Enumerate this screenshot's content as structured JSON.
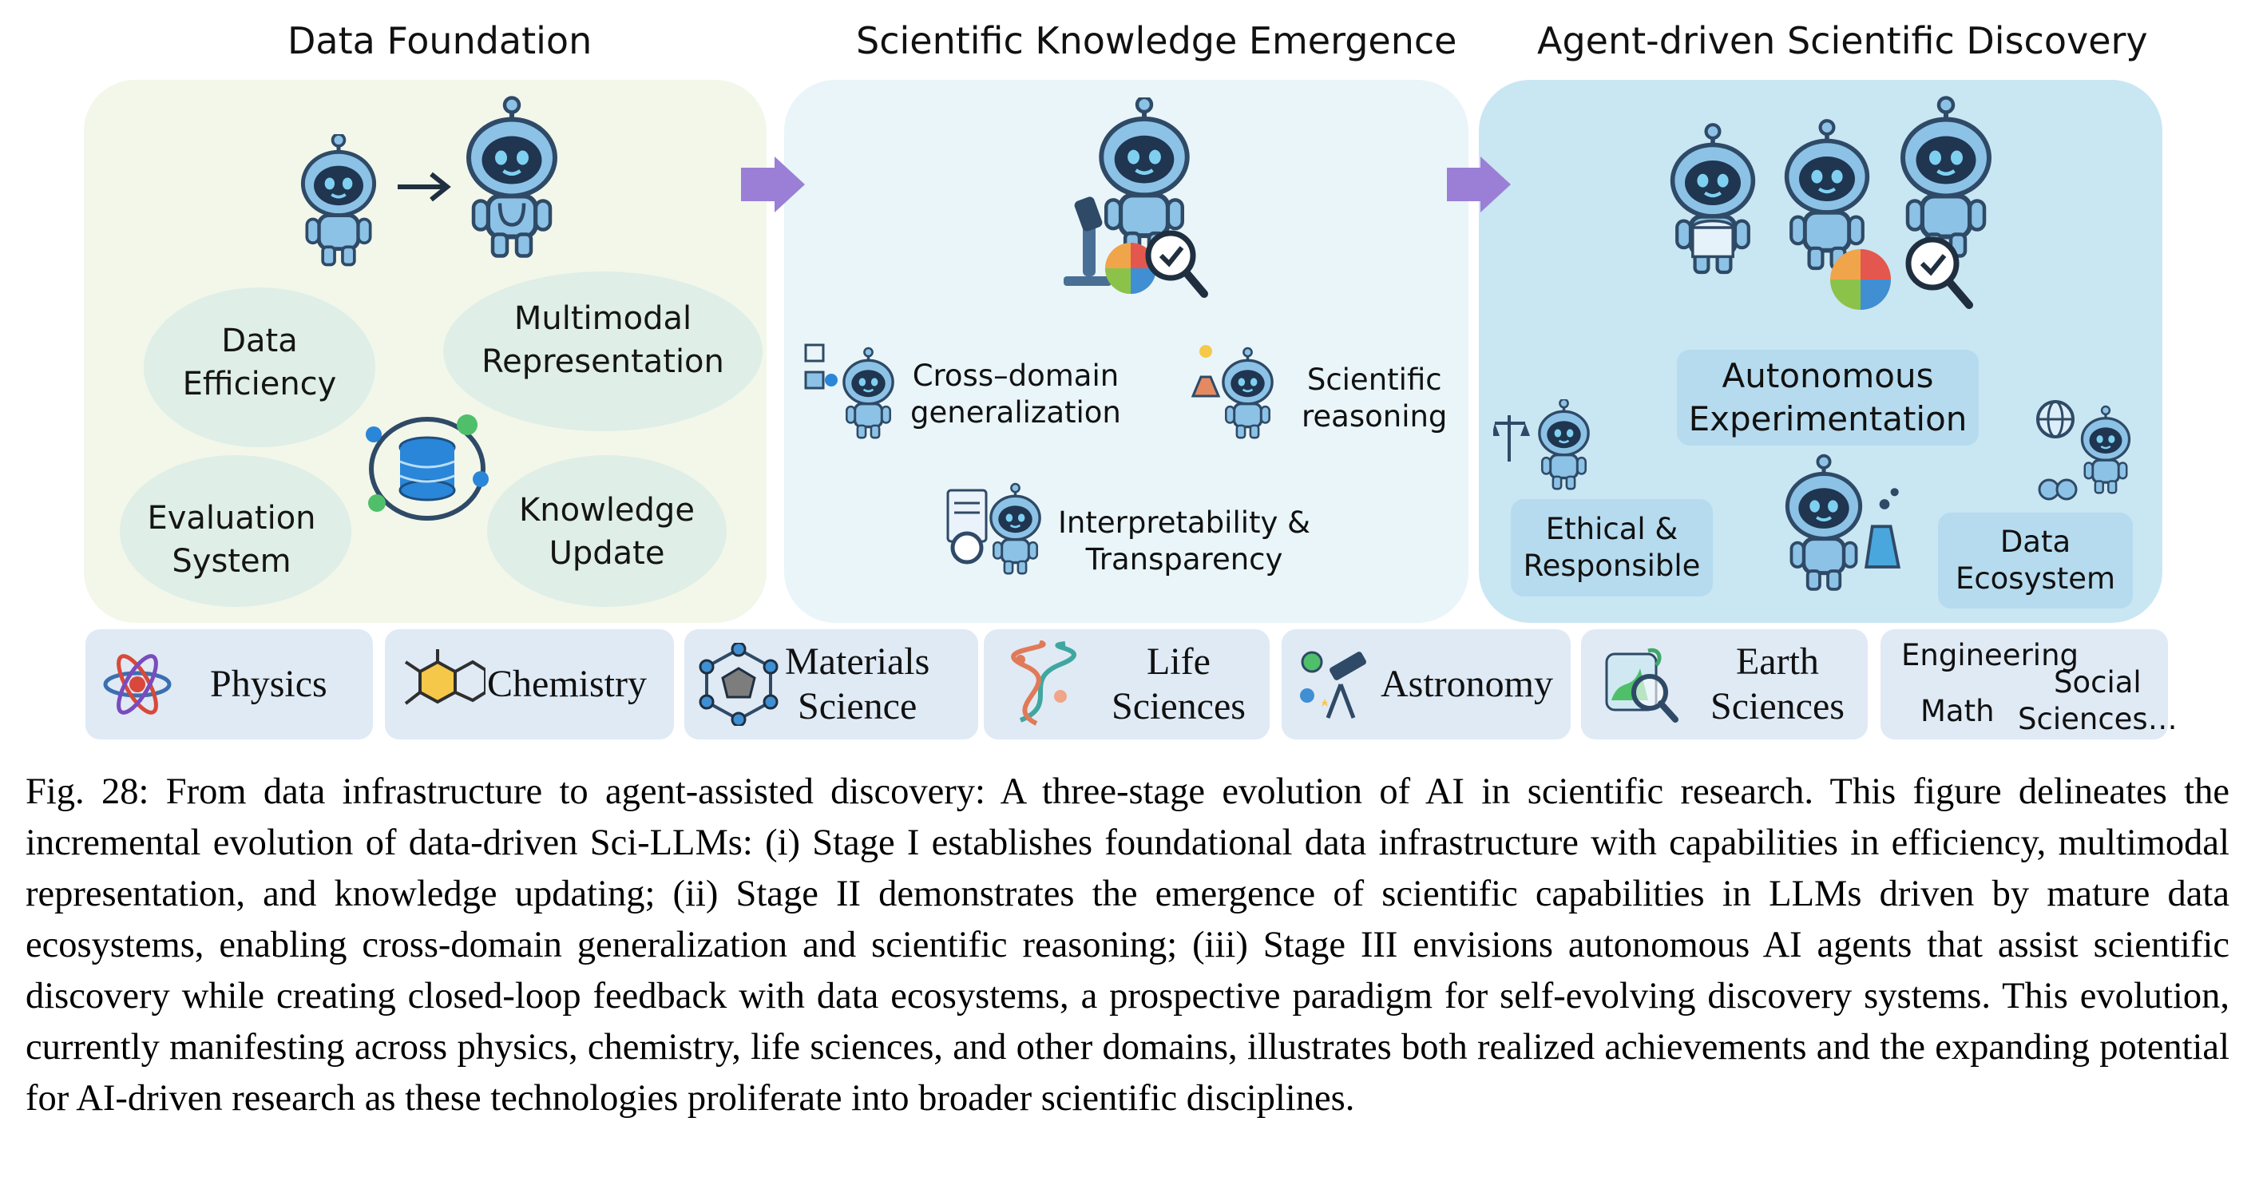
{
  "stages": [
    {
      "title": "Data Foundation"
    },
    {
      "title": "Scientific Knowledge Emergence"
    },
    {
      "title": "Agent-driven Scientific Discovery"
    }
  ],
  "foundation": {
    "clouds": [
      {
        "line1": "Data",
        "line2": "Efficiency"
      },
      {
        "line1": "Multimodal",
        "line2": "Representation"
      },
      {
        "line1": "Evaluation",
        "line2": "System"
      },
      {
        "line1": "Knowledge",
        "line2": "Update"
      }
    ]
  },
  "emergence": {
    "items": [
      {
        "line1": "Cross–domain",
        "line2": "generalization"
      },
      {
        "line1": "Scientific",
        "line2": "reasoning"
      },
      {
        "line1": "Interpretability &",
        "line2": "Transparency"
      }
    ]
  },
  "discovery": {
    "autonomous": {
      "line1": "Autonomous",
      "line2": "Experimentation"
    },
    "ethical": {
      "line1": "Ethical &",
      "line2": "Responsible"
    },
    "ecosystem": {
      "line1": "Data",
      "line2": "Ecosystem"
    }
  },
  "domains": [
    {
      "line1": "Physics",
      "icon": "atom-icon"
    },
    {
      "line1": "Chemistry",
      "icon": "molecule-icon"
    },
    {
      "line1": "Materials",
      "line2": "Science",
      "icon": "crystal-network-icon"
    },
    {
      "line1": "Life",
      "line2": "Sciences",
      "icon": "dna-icon"
    },
    {
      "line1": "Astronomy",
      "icon": "telescope-icon"
    },
    {
      "line1": "Earth",
      "line2": "Sciences",
      "icon": "earth-magnifier-icon"
    }
  ],
  "other_domains": {
    "engineering": "Engineering",
    "math": "Math",
    "social1": "Social",
    "social2": "Sciences…"
  },
  "caption": "Fig. 28: From data infrastructure to agent-assisted discovery: A three-stage evolution of AI in scientific research. This figure delineates the incremental evolution of data-driven Sci-LLMs: (i) Stage I establishes foundational data infrastructure with capabilities in efficiency, multimodal representation, and knowledge updating; (ii) Stage II demonstrates the emergence of scientific capabilities in LLMs driven by mature data ecosystems, enabling cross-domain generalization and scientific reasoning; (iii) Stage III envisions autonomous AI agents that assist scientific discovery while creating closed-loop feedback with data ecosystems, a prospective paradigm for self-evolving discovery systems. This evolution, currently manifesting across physics, chemistry, life sciences, and other domains, illustrates both realized achievements and the expanding potential for AI-driven research as these technologies proliferate into broader scientific disciplines.",
  "colors": {
    "panel1": "#f2f7ea",
    "panel2": "#e9f5f8",
    "panel3": "#c9e6f3",
    "arrow": "#9b7fd6",
    "robot": "#8cc2e6",
    "robot_dark": "#2f4a66",
    "tile": "#dfeaf5"
  }
}
